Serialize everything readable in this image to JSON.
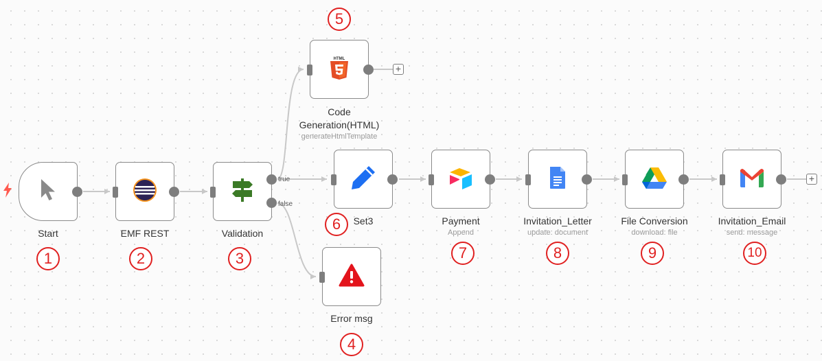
{
  "nodes": {
    "start": {
      "label": "Start",
      "icon": "cursor-icon"
    },
    "emf": {
      "label": "EMF REST",
      "icon": "eclipse-icon"
    },
    "validation": {
      "label": "Validation",
      "icon": "signpost-icon"
    },
    "code": {
      "label_line1": "Code",
      "label_line2": "Generation(HTML)",
      "sub": "generateHtmlTemplate",
      "icon": "html5-icon"
    },
    "error": {
      "label": "Error msg",
      "icon": "warning-icon"
    },
    "set3": {
      "label": "Set3",
      "icon": "pen-icon"
    },
    "payment": {
      "label": "Payment",
      "sub": "Append",
      "icon": "airtable-icon"
    },
    "letter": {
      "label": "Invitation_Letter",
      "sub": "update: document",
      "icon": "google-docs-icon"
    },
    "fileconv": {
      "label": "File Conversion",
      "sub": "download: file",
      "icon": "google-drive-icon"
    },
    "email": {
      "label": "Invitation_Email",
      "sub": "send: message",
      "icon": "gmail-icon"
    }
  },
  "branches": {
    "true_label": "true",
    "false_label": "false"
  },
  "badges": [
    "1",
    "2",
    "3",
    "4",
    "5",
    "6",
    "7",
    "8",
    "9",
    "10"
  ],
  "plus_symbol": "+",
  "html5_text": "HTML",
  "colors": {
    "badge": "#e02020",
    "wire": "#c8c8c8",
    "node_border": "#8a8a8a",
    "trigger_bolt": "#ff5a4f"
  }
}
